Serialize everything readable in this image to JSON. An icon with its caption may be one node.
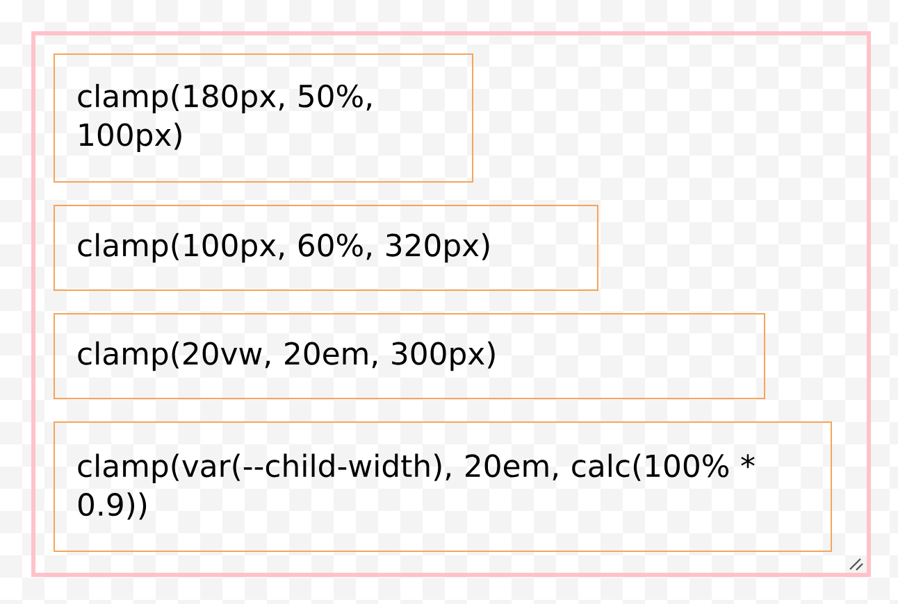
{
  "diagram": {
    "nodes": [
      {
        "text": [],
        "shape": "box"
      },
      {
        "text": [
          "clamp(180px, 50%, 100px)"
        ],
        "in": 0
      },
      {
        "text": [
          "clamp(100px, 60%, 320px)"
        ],
        "in": 0
      },
      {
        "text": [
          "clamp(20vw, 20em, 300px)"
        ],
        "in": 0
      },
      {
        "text": [
          "clamp(var(--child-width), 20em, calc(100% * 0.9))"
        ],
        "in": 0
      }
    ]
  }
}
